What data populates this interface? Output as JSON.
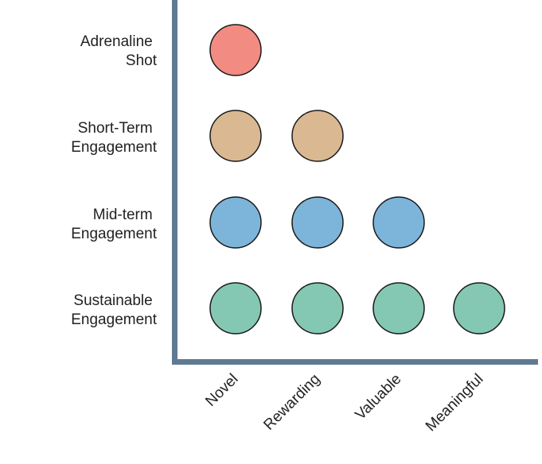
{
  "rows": [
    {
      "line1": "Adrenaline",
      "line2": "Shot",
      "color": "#f28b82",
      "count": 1
    },
    {
      "line1": "Short-Term",
      "line2": "Engagement",
      "color": "#d9b892",
      "count": 2
    },
    {
      "line1": "Mid-term",
      "line2": "Engagement",
      "color": "#7db5da",
      "count": 3
    },
    {
      "line1": "Sustainable",
      "line2": "Engagement",
      "color": "#84c8b4",
      "count": 4
    }
  ],
  "columns": [
    "Novel",
    "Rewarding",
    "Valuable",
    "Meaningful"
  ],
  "colors": {
    "axis": "#5f7b93",
    "outline": "#1a1a1a"
  }
}
